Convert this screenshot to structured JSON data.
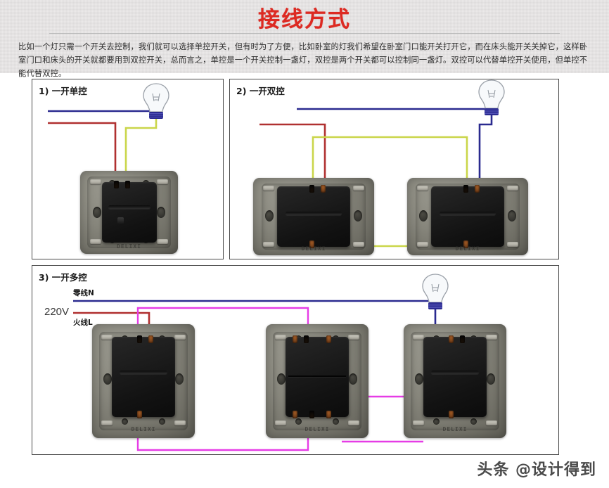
{
  "header": {
    "title": "接线方式",
    "intro": "比如一个灯只需一个开关去控制，我们就可以选择单控开关，但有时为了方便，比如卧室的灯我们希望在卧室门口能开关打开它，而在床头能开关关掉它，这样卧室门口和床头的开关就都要用到双控开关，总而言之，单控是一个开关控制一盏灯，双控是两个开关都可以控制同一盏灯。双控可以代替单控开关使用，但单控不能代替双控。"
  },
  "panels": [
    {
      "id": "panel1",
      "label": "1) 一开单控"
    },
    {
      "id": "panel2",
      "label": "2) 一开双控"
    },
    {
      "id": "panel3",
      "label": "3) 一开多控"
    }
  ],
  "panel3_labels": {
    "neutral": "零线N",
    "voltage": "220V",
    "live": "火线L"
  },
  "plate_brand": "DELIXI",
  "colors": {
    "title_red": "#dd2a22",
    "wire_blue": "#2a2a8f",
    "wire_red": "#b03030",
    "wire_yellowgreen": "#cad64a",
    "wire_magenta": "#e63ce6",
    "plate_gray": "#86857b",
    "module_black": "#161616",
    "header_band": "#eceaea",
    "panel_border": "#4a4a4a"
  },
  "watermark": "头条 @设计得到"
}
